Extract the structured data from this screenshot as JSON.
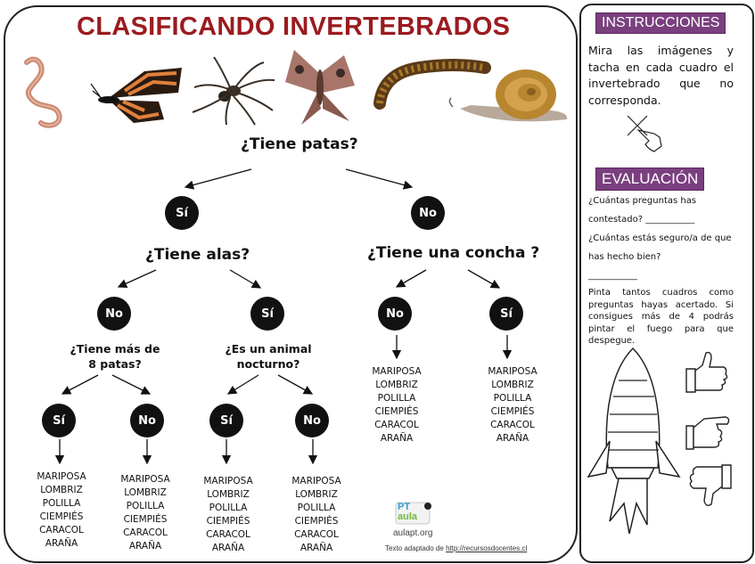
{
  "title": "CLASIFICANDO INVERTEBRADOS",
  "images": [
    "worm",
    "butterfly",
    "spider",
    "moth",
    "millipede",
    "snail"
  ],
  "tree": {
    "root_question": "¿Tiene patas?",
    "yes": "Sí",
    "no": "No",
    "q_wings": "¿Tiene alas?",
    "q_shell": "¿Tiene una concha ?",
    "q_legs_line1": "¿Tiene más de",
    "q_legs_line2": "8 patas?",
    "q_nocturnal_line1": "¿Es un animal",
    "q_nocturnal_line2": "nocturno?"
  },
  "animals": [
    "MARIPOSA",
    "LOMBRIZ",
    "POLILLA",
    "CIEMPIÉS",
    "CARACOL",
    "ARAÑA"
  ],
  "footer": {
    "logo_top": "PT",
    "logo_bottom": "aula",
    "site": "aulapt.org",
    "credit_prefix": "Texto adaptado de ",
    "credit_link": "http://recursosdocentes.cl"
  },
  "sidebar": {
    "instructions_label": "INSTRUCCIONES",
    "instructions_text": "Mira las imágenes y tacha en cada cuadro el invertebrado que no corresponda.",
    "evaluation_label": "EVALUACIÓN",
    "eval_q1a": "¿Cuántas preguntas has",
    "eval_q1b": "contestado?  ___________",
    "eval_q2a": "¿Cuántas estás seguro/a de que",
    "eval_q2b": "has hecho bien?",
    "eval_line": "___________",
    "paint_text": "Pinta tantos cuadros como preguntas hayas acertado. Si consigues más de 4 podrás pintar el fuego para que despegue."
  },
  "colors": {
    "title": "#9b1b1f",
    "tag": "#7a3f7f",
    "circle": "#111111"
  }
}
